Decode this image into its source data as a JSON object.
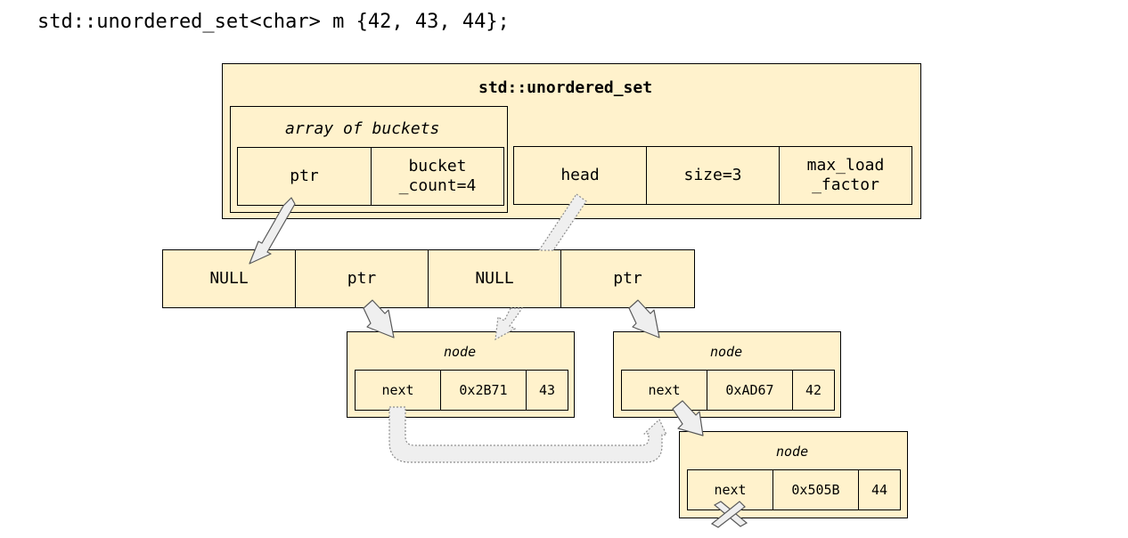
{
  "code": "std::unordered_set<char> m {42, 43, 44};",
  "set": {
    "title": "std::unordered_set",
    "buckets_title": "array of buckets",
    "ptr": "ptr",
    "bucket_count": "bucket\n_count=4",
    "head": "head",
    "size": "size=3",
    "max_load_factor": "max_load\n_factor"
  },
  "bucket_array": [
    "NULL",
    "ptr",
    "NULL",
    "ptr"
  ],
  "nodes": [
    {
      "title": "node",
      "next": "next",
      "hash": "0x2B71",
      "value": "43"
    },
    {
      "title": "node",
      "next": "next",
      "hash": "0xAD67",
      "value": "42"
    },
    {
      "title": "node",
      "next": "next",
      "hash": "0x505B",
      "value": "44"
    }
  ]
}
